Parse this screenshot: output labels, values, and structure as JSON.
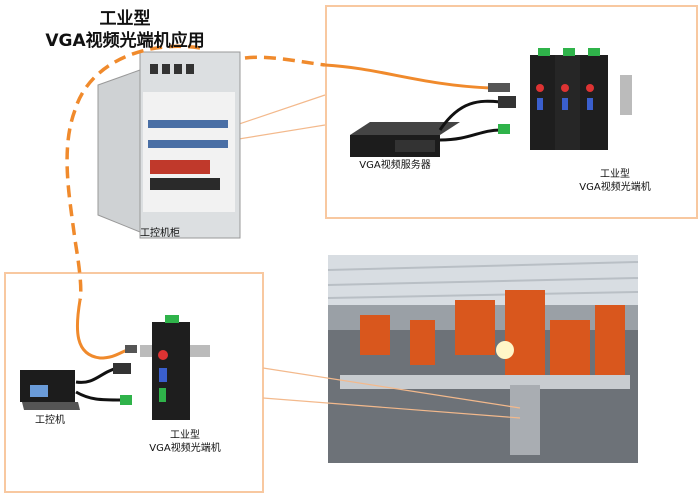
{
  "title": {
    "line1": "工业型",
    "line2": "VGA视频光端机应用"
  },
  "labels": {
    "cabinet": "工控机柜",
    "server": "VGA视频服务器",
    "top_converter_line1": "工业型",
    "top_converter_line2": "VGA视频光端机",
    "ipc": "工控机",
    "bottom_converter_line1": "工业型",
    "bottom_converter_line2": "VGA视频光端机"
  },
  "colors": {
    "fiber": "#f08a2c",
    "box_border": "#f8c8a0",
    "device": "#1e1e1e",
    "terminal": "#2fb34a"
  }
}
